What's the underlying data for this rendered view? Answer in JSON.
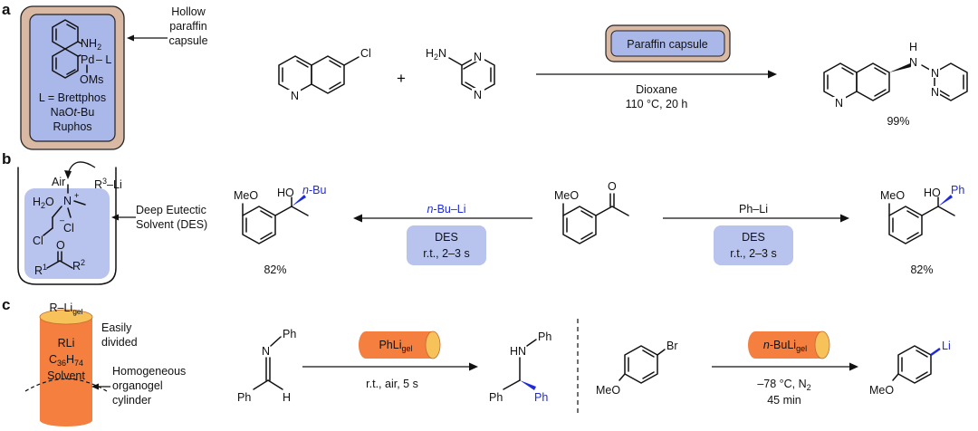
{
  "panels": [
    "a",
    "b",
    "c"
  ],
  "colors": {
    "capsule_outer": "#d9b8a4",
    "capsule_inner": "#aab7e9",
    "des_box": "#b8c3ee",
    "gel_orange": "#f47f3e",
    "gel_cap": "#f7c25a",
    "highlight_blue": "#1f2bd6"
  },
  "panel_a": {
    "capsule_contents": {
      "nh2": "NH",
      "nh2_sub": "2",
      "pd": "Pd",
      "pd_l": "– L",
      "oms": "OMs",
      "ligand_def": "L = Brettphos",
      "base": "NaO",
      "base_italic": "t",
      "base_tail": "-Bu",
      "ruphos": "Ruphos"
    },
    "capsule_label": [
      "Hollow",
      "paraffin",
      "capsule"
    ],
    "reactant1_substituent": "Cl",
    "reactant1_n": "N",
    "plus": "+",
    "reactant2_amine": "H",
    "reactant2_amine_sub": "2",
    "reactant2_amine_n": "N",
    "reactant2_n1": "N",
    "reactant2_n2": "N",
    "reagent_box": "Paraffin capsule",
    "conditions": [
      "Dioxane",
      "110 °C, 20 h"
    ],
    "product_nh": "H",
    "product_n_link": "N",
    "product_n_q": "N",
    "product_n_p1": "N",
    "product_n_p2": "N",
    "yield": "99%"
  },
  "panel_b": {
    "air": "Air",
    "reagent": "R",
    "reagent_sup": "3",
    "reagent_tail": "–Li",
    "h2o": "H",
    "h2o_sub": "2",
    "h2o_o": "O",
    "nplus": "N",
    "plus": "+",
    "cl1": "Cl",
    "cl2": "Cl",
    "cl_minus": "–",
    "carbonyl_o": "O",
    "r1": "R",
    "r1_sup": "1",
    "r2": "R",
    "r2_sup": "2",
    "des_label": [
      "Deep Eutectic",
      "Solvent (DES)"
    ],
    "left_reagent_italic": "n",
    "left_reagent": "-Bu–Li",
    "right_reagent": "Ph–Li",
    "box_line1": "DES",
    "box_line2": "r.t., 2–3 s",
    "left_product_ome": "MeO",
    "left_product_oh": "HO",
    "left_product_r_italic": "n",
    "left_product_r": "-Bu",
    "left_yield": "82%",
    "sm_ome": "MeO",
    "sm_o": "O",
    "right_product_ome": "MeO",
    "right_product_oh": "HO",
    "right_product_r": "Ph",
    "right_yield": "82%"
  },
  "panel_c": {
    "cyl_top": "R–Li",
    "cyl_top_sub": "gel",
    "cyl_line1": "RLi",
    "cyl_line2_a": "C",
    "cyl_line2_sub1": "36",
    "cyl_line2_b": "H",
    "cyl_line2_sub2": "74",
    "cyl_line3": "Solvent",
    "label_easily": [
      "Easily",
      "divided"
    ],
    "label_homog": [
      "Homogeneous",
      "organogel",
      "cylinder"
    ],
    "imine_n": "N",
    "imine_ph1": "Ph",
    "imine_ph2": "Ph",
    "imine_h": "H",
    "reagent1": "PhLi",
    "reagent1_sub": "gel",
    "cond1": "r.t., air, 5 s",
    "prod1_hn": "HN",
    "prod1_ph1": "Ph",
    "prod1_ph2": "Ph",
    "prod1_ph3": "Ph",
    "sm2_br": "Br",
    "sm2_meo": "MeO",
    "reagent2_italic": "n",
    "reagent2": "-BuLi",
    "reagent2_sub": "gel",
    "cond2": "–78 °C, N",
    "cond2_sub": "2",
    "cond2b": "45 min",
    "prod2_li": "Li",
    "prod2_meo": "MeO"
  }
}
